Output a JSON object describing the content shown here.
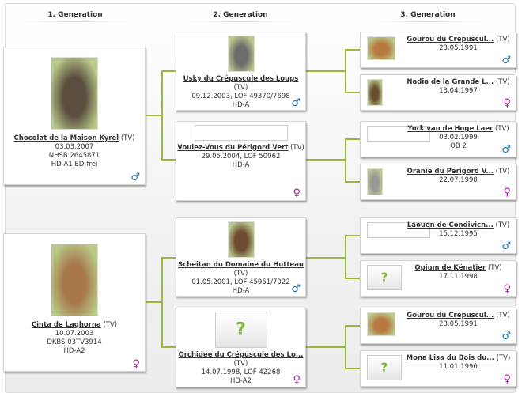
{
  "generations": [
    "1. Generation",
    "2. Generation",
    "3. Generation"
  ],
  "colors": {
    "male": "#1a6fa0",
    "female": "#a0189a",
    "connector": "#9ab83a"
  },
  "gen1": [
    {
      "name": "Chocolat de la Maison Kyrel",
      "suffix": "(TV)",
      "lines": [
        "03.03.2007",
        "NHSB 2645871",
        "HD-A1 ED-frei"
      ],
      "sex": "male",
      "photo": "photo",
      "tone": "#5a4e3f"
    },
    {
      "name": "Cinta de Laqhorna",
      "suffix": "(TV)",
      "lines": [
        "10.07.2003",
        "DKBS 03TV3914",
        "HD-A2"
      ],
      "sex": "female",
      "photo": "photo",
      "tone": "#a7784a"
    }
  ],
  "gen2": [
    {
      "name": "Usky du Crépuscule des Loups",
      "suffix": "(TV)",
      "lines": [
        "09.12.2003, LOF 49370/7698",
        "HD-A"
      ],
      "sex": "male",
      "photo": "photo",
      "tone": "#6c6c6c"
    },
    {
      "name": "Voulez-Vous du Périgord Vert",
      "suffix": "(TV)",
      "lines": [
        "29.05.2004, LOF 50062",
        "HD-A"
      ],
      "sex": "female",
      "photo": "empty"
    },
    {
      "name": "Scheitan du Domaine du Hutteau",
      "suffix": "(TV)",
      "lines": [
        "01.05.2001, LOF 45951/7022",
        "HD-A"
      ],
      "sex": "male",
      "photo": "photo",
      "tone": "#6e4b33"
    },
    {
      "name": "Orchidée du Crépuscule des Lo...",
      "suffix": "(TV)",
      "lines": [
        "14.07.1998, LOF 42268",
        "HD-A2"
      ],
      "sex": "female",
      "photo": "unknown"
    }
  ],
  "gen3": [
    {
      "name": "Gourou du Crépuscul...",
      "suffix": "(TV)",
      "lines": [
        "23.05.1991"
      ],
      "sex": "male",
      "photo": "photo",
      "tone": "#b7793f"
    },
    {
      "name": "Nadia de la Grande L...",
      "suffix": "(TV)",
      "lines": [
        "13.04.1997"
      ],
      "sex": "female",
      "photo": "photo",
      "tone": "#6a5030"
    },
    {
      "name": "York van de Hoge Laer",
      "suffix": "(TV)",
      "lines": [
        "03.02.1999",
        "OB 2"
      ],
      "sex": "male",
      "photo": "empty"
    },
    {
      "name": "Oranie du Périgord V...",
      "suffix": "(TV)",
      "lines": [
        "22.07.1998"
      ],
      "sex": "female",
      "photo": "photo",
      "tone": "#999999"
    },
    {
      "name": "Laouen de Condivicn...",
      "suffix": "(TV)",
      "lines": [
        "15.12.1995"
      ],
      "sex": "male",
      "photo": "empty"
    },
    {
      "name": "Opium de Kénatier",
      "suffix": "(TV)",
      "lines": [
        "17.11.1998"
      ],
      "sex": "female",
      "photo": "unknown"
    },
    {
      "name": "Gourou du Crépuscul...",
      "suffix": "(TV)",
      "lines": [
        "23.05.1991"
      ],
      "sex": "male",
      "photo": "photo",
      "tone": "#b7793f"
    },
    {
      "name": "Mona Lisa du Bois du...",
      "suffix": "(TV)",
      "lines": [
        "11.01.1996"
      ],
      "sex": "female",
      "photo": "unknown"
    }
  ],
  "icons": {
    "male": "♂",
    "female": "♀",
    "unknown": "?"
  }
}
